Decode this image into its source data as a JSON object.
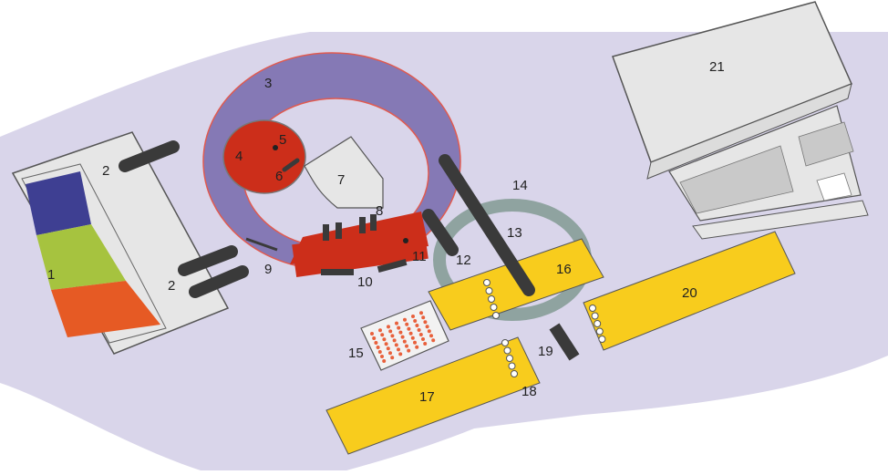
{
  "labels": {
    "l1": "1",
    "l2a": "2",
    "l2b": "2",
    "l3": "3",
    "l4": "4",
    "l5": "5",
    "l6": "6",
    "l7": "7",
    "l8": "8",
    "l9": "9",
    "l10": "10",
    "l11": "11",
    "l12": "12",
    "l13": "13",
    "l14": "14",
    "l15": "15",
    "l16": "16",
    "l17": "17",
    "l18": "18",
    "l19": "19",
    "l20": "20",
    "l21": "21"
  },
  "colors": {
    "background": "#d9d5ea",
    "ring": "#8579b5",
    "ring_border": "#e05a50",
    "red": "#cc2e1a",
    "grey_panel": "#e6e6e6",
    "dark_bar": "#3a3a3a",
    "yellow": "#f8cc1d",
    "green_ring": "#8fa3a0",
    "reagent_blue": "#3e3f92",
    "reagent_green": "#a6c33f",
    "reagent_orange": "#e65a24",
    "well_dot": "#e8603c"
  }
}
